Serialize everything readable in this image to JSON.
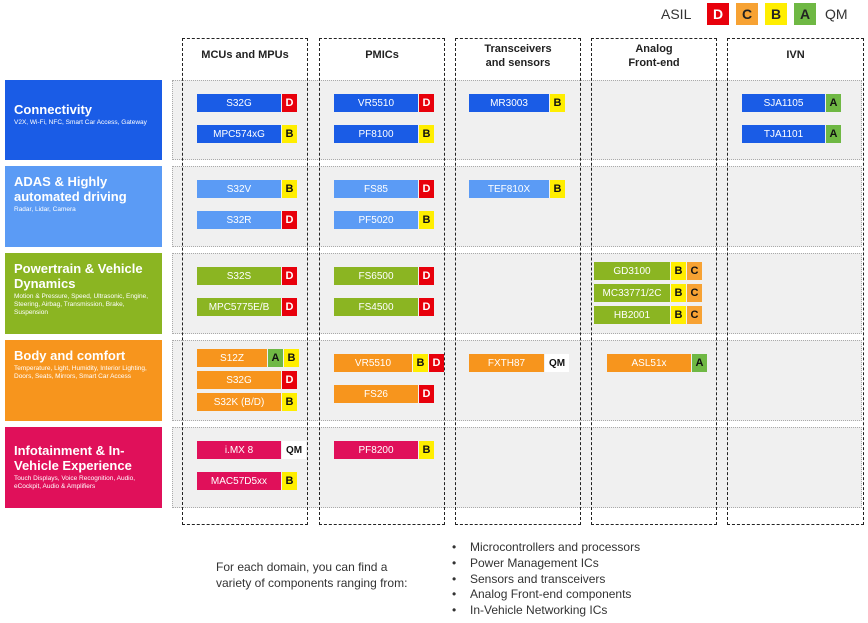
{
  "legend": {
    "label": "ASIL",
    "levels": [
      {
        "code": "D",
        "color": "#e8000b"
      },
      {
        "code": "C",
        "color": "#f7a233"
      },
      {
        "code": "B",
        "color": "#ffee00"
      },
      {
        "code": "A",
        "color": "#6fb844"
      }
    ],
    "qm": "QM"
  },
  "colors": {
    "D": "#e8000b",
    "C": "#f7a233",
    "B": "#ffee00",
    "A": "#6fb844",
    "QM": "#ffffff",
    "connectivity": "#1a5ce6",
    "adas": "#5b9bf5",
    "powertrain": "#8bb522",
    "body": "#f7951d",
    "infotainment": "#e0105a"
  },
  "columns": [
    {
      "title": "MCUs and MPUs"
    },
    {
      "title": "PMICs"
    },
    {
      "title": "Transceivers\nand sensors"
    },
    {
      "title": "Analog\nFront-end"
    },
    {
      "title": "IVN"
    }
  ],
  "domains": [
    {
      "title": "Connectivity",
      "subtitle": "V2X, Wi-Fi, NFC, Smart Car Access, Gateway"
    },
    {
      "title": "ADAS & Highly automated driving",
      "subtitle": "Radar, Lidar, Camera"
    },
    {
      "title": "Powertrain & Vehicle Dynamics",
      "subtitle": "Motion & Pressure, Speed, Ultrasonic, Engine, Steering, Airbag, Transmission, Brake, Suspension"
    },
    {
      "title": "Body and comfort",
      "subtitle": "Temperature, Light, Humidity, Interior Lighting, Doors, Seats, Mirrors, Smart Car Access"
    },
    {
      "title": "Infotainment & In-Vehicle Experience",
      "subtitle": "Touch Displays, Voice Recognition, Audio, eCockpit, Audio & Amplifiers"
    }
  ],
  "chips": [
    {
      "label": "S32G",
      "domain": 0,
      "column": 0,
      "slot": 0,
      "asil": [
        "D"
      ]
    },
    {
      "label": "MPC574xG",
      "domain": 0,
      "column": 0,
      "slot": 1,
      "asil": [
        "B"
      ]
    },
    {
      "label": "VR5510",
      "domain": 0,
      "column": 1,
      "slot": 0,
      "asil": [
        "D"
      ]
    },
    {
      "label": "PF8100",
      "domain": 0,
      "column": 1,
      "slot": 1,
      "asil": [
        "B"
      ]
    },
    {
      "label": "MR3003",
      "domain": 0,
      "column": 2,
      "slot": 0,
      "asil": [
        "B"
      ]
    },
    {
      "label": "SJA1105",
      "domain": 0,
      "column": 4,
      "slot": 0,
      "asil": [
        "A"
      ]
    },
    {
      "label": "TJA1101",
      "domain": 0,
      "column": 4,
      "slot": 1,
      "asil": [
        "A"
      ]
    },
    {
      "label": "S32V",
      "domain": 1,
      "column": 0,
      "slot": 0,
      "asil": [
        "B"
      ]
    },
    {
      "label": "S32R",
      "domain": 1,
      "column": 0,
      "slot": 1,
      "asil": [
        "D"
      ]
    },
    {
      "label": "FS85",
      "domain": 1,
      "column": 1,
      "slot": 0,
      "asil": [
        "D"
      ]
    },
    {
      "label": "PF5020",
      "domain": 1,
      "column": 1,
      "slot": 1,
      "asil": [
        "B"
      ]
    },
    {
      "label": "TEF810X",
      "domain": 1,
      "column": 2,
      "slot": 0,
      "asil": [
        "B"
      ]
    },
    {
      "label": "S32S",
      "domain": 2,
      "column": 0,
      "slot": 0,
      "asil": [
        "D"
      ]
    },
    {
      "label": "MPC5775E/B",
      "domain": 2,
      "column": 0,
      "slot": 1,
      "asil": [
        "D"
      ]
    },
    {
      "label": "FS6500",
      "domain": 2,
      "column": 1,
      "slot": 0,
      "asil": [
        "D"
      ]
    },
    {
      "label": "FS4500",
      "domain": 2,
      "column": 1,
      "slot": 1,
      "asil": [
        "D"
      ]
    },
    {
      "label": "GD3100",
      "domain": 2,
      "column": 3,
      "slot": 0,
      "asil": [
        "B",
        "C"
      ]
    },
    {
      "label": "MC33771/2C",
      "domain": 2,
      "column": 3,
      "slot": 1,
      "asil": [
        "B",
        "C"
      ]
    },
    {
      "label": "HB2001",
      "domain": 2,
      "column": 3,
      "slot": 2,
      "asil": [
        "B",
        "C"
      ]
    },
    {
      "label": "S12Z",
      "domain": 3,
      "column": 0,
      "slot": 0,
      "asil": [
        "A",
        "B"
      ]
    },
    {
      "label": "S32G",
      "domain": 3,
      "column": 0,
      "slot": 1,
      "asil": [
        "D"
      ]
    },
    {
      "label": "S32K (B/D)",
      "domain": 3,
      "column": 0,
      "slot": 2,
      "asil": [
        "B"
      ]
    },
    {
      "label": "VR5510",
      "domain": 3,
      "column": 1,
      "slot": 0,
      "asil": [
        "B",
        "D"
      ]
    },
    {
      "label": "FS26",
      "domain": 3,
      "column": 1,
      "slot": 1,
      "asil": [
        "D"
      ]
    },
    {
      "label": "FXTH87",
      "domain": 3,
      "column": 2,
      "slot": 0,
      "asil": [
        "QM"
      ]
    },
    {
      "label": "ASL51x",
      "domain": 3,
      "column": 3,
      "slot": 0,
      "asil": [
        "A"
      ]
    },
    {
      "label": "i.MX 8",
      "domain": 4,
      "column": 0,
      "slot": 0,
      "asil": [
        "QM"
      ]
    },
    {
      "label": "MAC57D5xx",
      "domain": 4,
      "column": 0,
      "slot": 1,
      "asil": [
        "B"
      ]
    },
    {
      "label": "PF8200",
      "domain": 4,
      "column": 1,
      "slot": 0,
      "asil": [
        "B"
      ]
    }
  ],
  "footer": {
    "text_line1": "For each domain, you can find a",
    "text_line2": "variety of components ranging from:",
    "bullets": [
      "Microcontrollers and processors",
      "Power Management ICs",
      "Sensors and transceivers",
      "Analog Front-end components",
      "In-Vehicle Networking ICs"
    ]
  }
}
